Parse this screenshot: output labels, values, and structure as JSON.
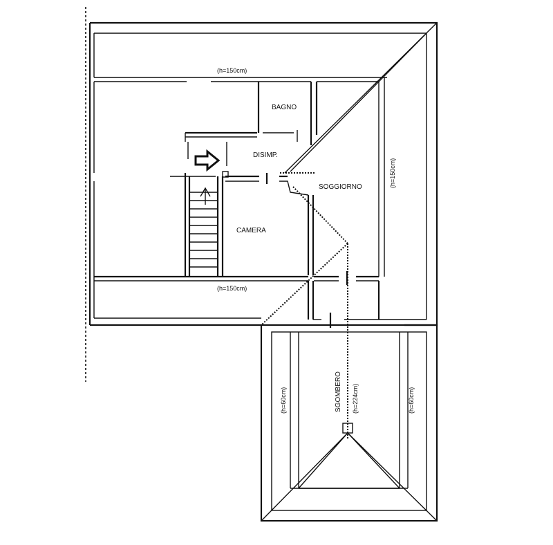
{
  "rooms": {
    "bagno": "BAGNO",
    "disimp": "DISIMP.",
    "soggiorno": "SOGGIORNO",
    "camera": "CAMERA",
    "sgombero": "SGOMBERO"
  },
  "heights": {
    "top": "(h=150cm)",
    "middle": "(h=150cm)",
    "right": "(h=150cm)",
    "left_low": "(h=60cm)",
    "center": "(h=224cm)",
    "right_low": "(h=60cm)"
  },
  "colors": {
    "line": "#111111",
    "background": "#ffffff"
  },
  "icons": {
    "arrow": "right-arrow-icon"
  }
}
